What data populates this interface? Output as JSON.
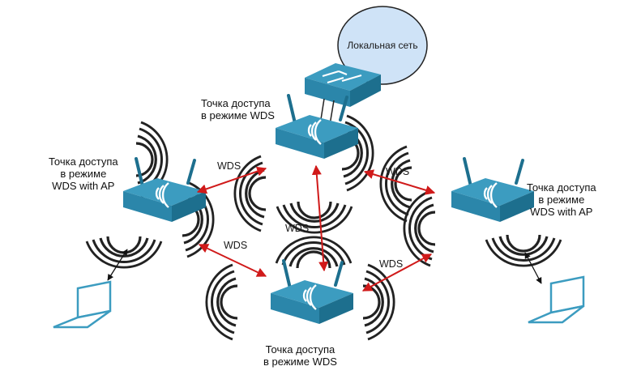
{
  "cloud": {
    "label": "Локальная сеть"
  },
  "nodes": {
    "center_top": [
      "Точка доступа",
      "в режиме WDS"
    ],
    "left": [
      "Точка доступа",
      "в режиме",
      "WDS with AP"
    ],
    "right": [
      "Точка доступа",
      "в режиме",
      "WDS with AP"
    ],
    "bottom": [
      "Точка доступа",
      "в режиме WDS"
    ]
  },
  "links": {
    "left_top": "WDS",
    "top_right": "WDS",
    "top_bottom": "WDS",
    "left_bottom": "WDS",
    "bottom_right": "WDS"
  },
  "colors": {
    "device_top": "#3c9cc0",
    "device_side": "#1d6f8e",
    "device_front": "#2b86aa",
    "wave": "#222222",
    "link_arrow": "#d01a1a",
    "client_arrow": "#111111",
    "cloud_fill": "#cfe3f7",
    "cloud_stroke": "#222222"
  },
  "icons": [
    "router-icon",
    "switch-icon",
    "laptop-icon",
    "cloud-icon",
    "wifi-icon"
  ]
}
